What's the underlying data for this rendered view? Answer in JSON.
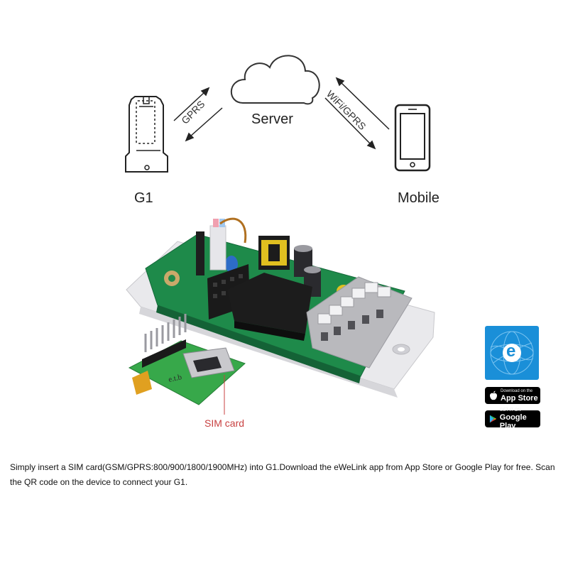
{
  "diagram": {
    "server_label": "Server",
    "g1_label": "G1",
    "mobile_label": "Mobile",
    "gprs_label": "GPRS",
    "wifi_gprs_label": "WiFi/GPRS"
  },
  "photo": {
    "sim_label": "SIM card",
    "module_text": "e.t.b"
  },
  "stores": {
    "app_store_small": "Download on the",
    "app_store_big": "App Store",
    "google_play_small": "GET IT ON",
    "google_play_big": "Google Play",
    "ewelink_letter": "e"
  },
  "caption": "Simply insert a SIM card(GSM/GPRS:800/900/1800/1900MHz) into G1.Download the eWeLink app from App Store or Google Play for free. Scan the QR code on the device to connect your G1.",
  "colors": {
    "pcb_green": "#1e8a4a",
    "relay_black": "#1c1c1c",
    "ewelink_blue": "#1a8fd8",
    "sim_label_red": "#c84040"
  }
}
